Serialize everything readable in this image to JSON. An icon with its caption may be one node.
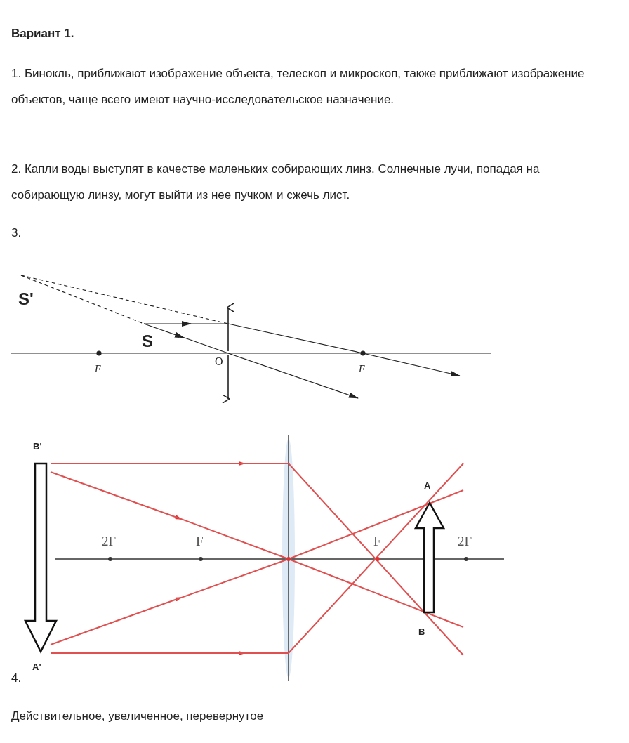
{
  "diagram": {
    "title": "Вариант 1.",
    "labels": [
      "1. Бинокль, приближают изображение объекта, телескоп и микроскоп, также приближают изображение объектов, чаще всего имеют научно-исследовательское назначение.",
      "2. Капли воды выступят в качестве маленьких собирающих линз. Солнечные лучи, попадая на собирающую линзу, могут выйти из нее пучком и сжечь лист.",
      "3.",
      "S'",
      "S",
      "O",
      "F",
      "F",
      "B'",
      "A",
      "2F",
      "F",
      "F",
      "2F",
      "B",
      "A'",
      "4.",
      "Действительное, увеличенное, перевернутое"
    ]
  }
}
